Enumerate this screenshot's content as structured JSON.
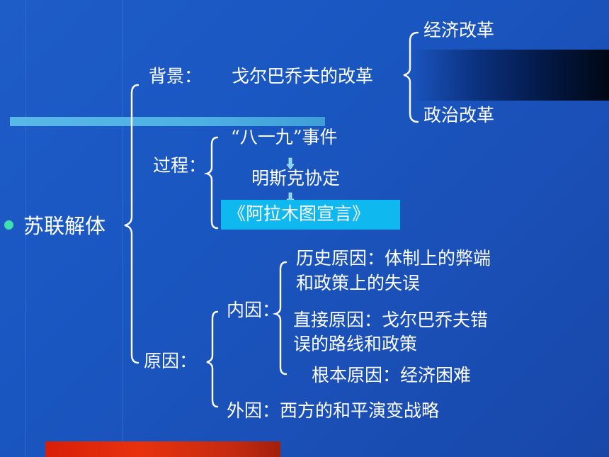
{
  "root": "苏联解体",
  "background": {
    "label": "背景：",
    "item": "戈尔巴乔夫的改革",
    "sub": [
      "经济改革",
      "政治改革"
    ]
  },
  "process": {
    "label": "过程：",
    "steps": [
      "“八一九”事件",
      "明斯克协定",
      "《阿拉木图宣言》"
    ]
  },
  "causes": {
    "label": "原因：",
    "internal": {
      "label": "内因：",
      "items": [
        [
          "历史原因：体制上的弊端",
          "和政策上的失误"
        ],
        [
          "直接原因：戈尔巴乔夫错",
          "误的路线和政策"
        ],
        [
          "根本原因：经济困难"
        ]
      ]
    },
    "external": "外因：西方的和平演变战略"
  },
  "colors": {
    "background": "#1a56c0",
    "highlight": "#0fb8ee",
    "bullet": "#3fe0b0",
    "accent_red": "#d81e08",
    "accent_cyan": "#5ab8e8"
  }
}
